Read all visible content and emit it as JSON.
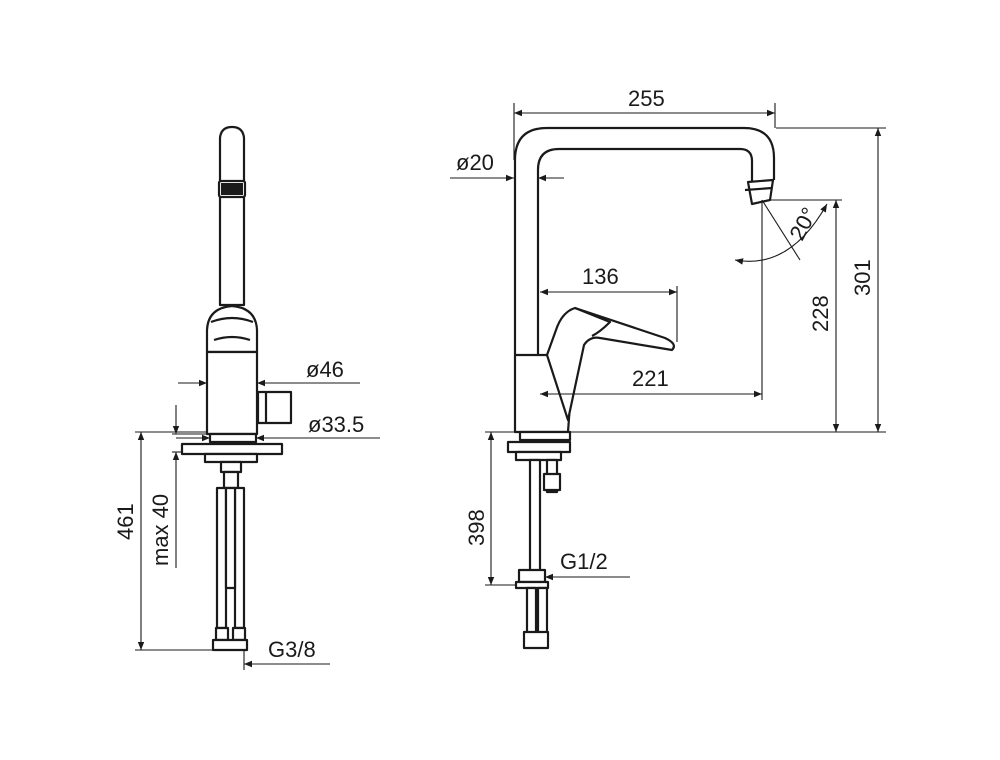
{
  "dimensions": {
    "side_diameter_spout": "ø46",
    "side_diameter_base": "ø33.5",
    "side_total_length": "461",
    "side_max_thickness": "max 40",
    "side_thread": "G3/8",
    "front_reach": "255",
    "front_pipe_diameter": "ø20",
    "front_handle_length": "136",
    "front_outlet_reach": "221",
    "front_outlet_height": "228",
    "front_total_height": "301",
    "front_angle": "20°",
    "front_hose_length": "398",
    "front_thread": "G1/2"
  },
  "icons": {
    "faucet_side": "faucet-side-view-icon",
    "faucet_front": "faucet-front-view-icon"
  }
}
